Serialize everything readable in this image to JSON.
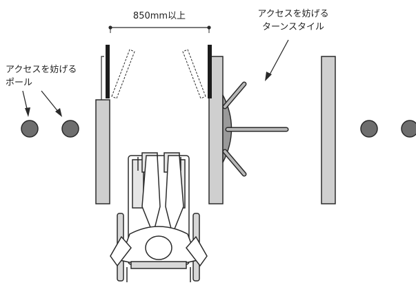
{
  "dimension": {
    "text": "850mm以上"
  },
  "labels": {
    "turnstile": [
      "アクセスを妨げる",
      "ターンスタイル"
    ],
    "poles": [
      "アクセスを妨げる",
      "ポール"
    ]
  },
  "colors": {
    "line": "#2a2a2a",
    "panel_fill": "#cfcfcf",
    "pole_fill": "#6e6e6e",
    "gate_black": "#1c1c1c",
    "figure_fill": "#ffffff"
  },
  "icons": {
    "dimension_arrow": "dimension-line-icon",
    "pointer": "arrow-icon",
    "wheelchair_user": "wheelchair-user-icon"
  }
}
